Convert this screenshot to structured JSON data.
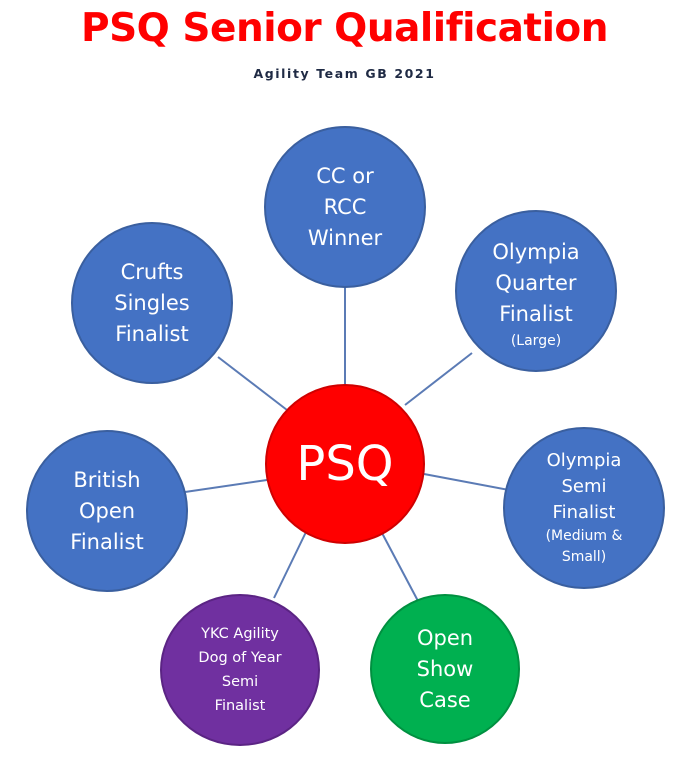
{
  "header": {
    "title": "PSQ Senior Qualification",
    "subtitle": "Agility Team GB 2021"
  },
  "colors": {
    "title": "#ff0000",
    "center": "#ff0000",
    "node_blue": "#4472c4",
    "node_purple": "#7030a0",
    "node_green": "#00b050",
    "connector": "#5b7bb5"
  },
  "center": {
    "label": "PSQ"
  },
  "nodes": {
    "cc_rcc": {
      "lines": [
        "CC or",
        "RCC",
        "Winner"
      ]
    },
    "olympia_quarter": {
      "lines": [
        "Olympia",
        "Quarter",
        "Finalist"
      ],
      "note": "(Large)"
    },
    "olympia_semi": {
      "lines": [
        "Olympia",
        "Semi",
        "Finalist"
      ],
      "note_lines": [
        "(Medium &",
        "Small)"
      ]
    },
    "open_show_case": {
      "lines": [
        "Open",
        "Show",
        "Case"
      ]
    },
    "ykc_agility": {
      "lines": [
        "YKC Agility",
        "Dog of Year",
        "Semi",
        "Finalist"
      ]
    },
    "british_open": {
      "lines": [
        "British",
        "Open",
        "Finalist"
      ]
    },
    "crufts_singles": {
      "lines": [
        "Crufts",
        "Singles",
        "Finalist"
      ]
    }
  }
}
